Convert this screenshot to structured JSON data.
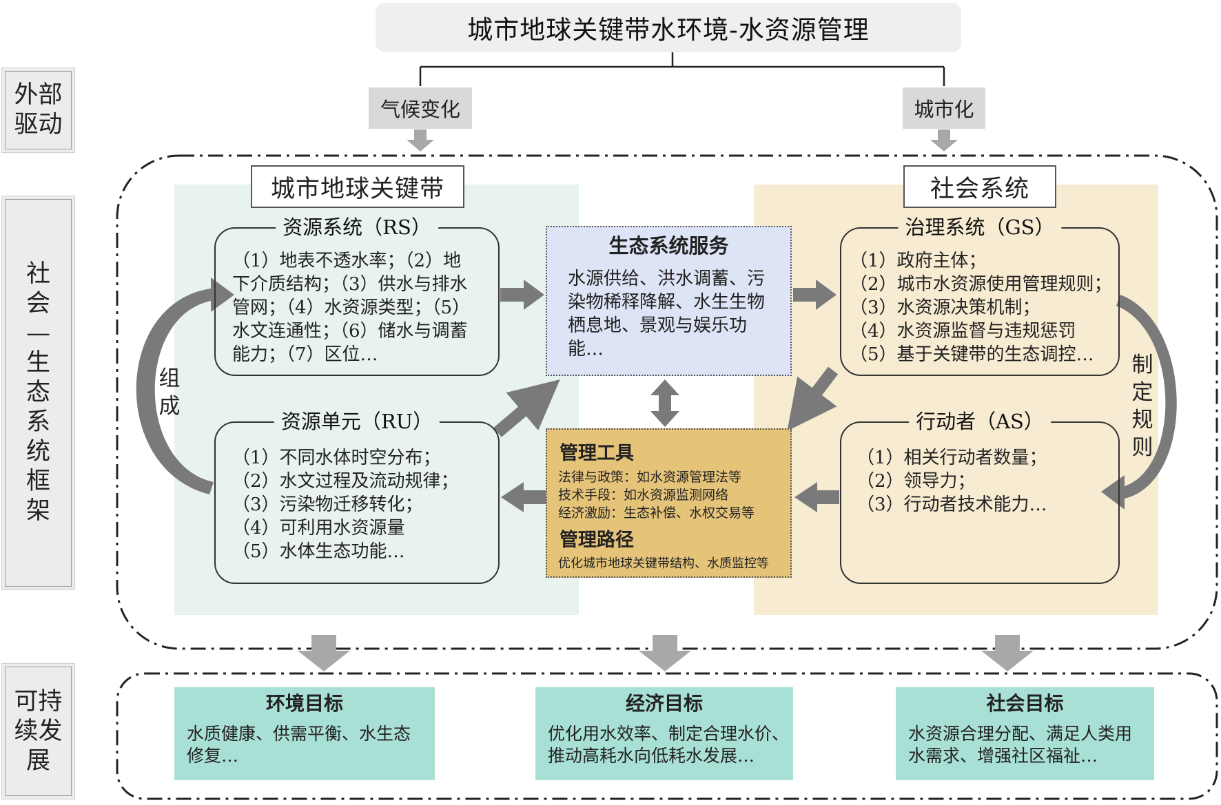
{
  "title": "城市地球关键带水环境-水资源管理",
  "side_labels": {
    "external": "外部驱动",
    "framework": "社会—生态系统框架",
    "sustainable": "可持续发展"
  },
  "drivers": {
    "climate": "气候变化",
    "urbanization": "城市化"
  },
  "regions": {
    "critical_zone": "城市地球关键带",
    "social_system": "社会系统"
  },
  "resource_system": {
    "title": "资源系统（RS）",
    "lines": [
      "（1）地表不透水率；（2）地",
      "下介质结构；（3）供水与排水",
      "管网；（4）水资源类型；（5）",
      "水文连通性；（6）储水与调蓄",
      "能力；（7）区位…"
    ]
  },
  "resource_unit": {
    "title": "资源单元（RU）",
    "lines": [
      "（1）不同水体时空分布；",
      "（2）水文过程及流动规律；",
      "（3）污染物迁移转化；",
      "（4）可利用水资源量",
      "（5）水体生态功能…"
    ]
  },
  "ecosystem_services": {
    "title": "生态系统服务",
    "text": "水源供给、洪水调蓄、污染物稀释降解、水生生物栖息地、景观与娱乐功能…"
  },
  "management": {
    "tools_title": "管理工具",
    "tools": [
      "法律与政策：如水资源管理法等",
      "技术手段：如水资源监测网络",
      "经济激励：生态补偿、水权交易等"
    ],
    "path_title": "管理路径",
    "path_text": "优化城市地球关键带结构、水质监控等"
  },
  "governance_system": {
    "title": "治理系统（GS）",
    "lines": [
      "（1）政府主体；",
      "（2）城市水资源使用管理规则；",
      "（3）水资源决策机制；",
      "（4）水资源监督与违规惩罚",
      "（5）基于关键带的生态调控…"
    ]
  },
  "actors": {
    "title": "行动者（AS）",
    "lines": [
      "（1）相关行动者数量；",
      "（2）领导力；",
      "（3）行动者技术能力…"
    ]
  },
  "arc_labels": {
    "compose": "组成",
    "rules": "制定规则"
  },
  "goals": [
    {
      "title": "环境目标",
      "lines": [
        "水质健康、供需平衡、水生态",
        "修复…"
      ]
    },
    {
      "title": "经济目标",
      "lines": [
        "优化用水效率、制定合理水价、",
        "推动高耗水向低耗水发展…"
      ]
    },
    {
      "title": "社会目标",
      "lines": [
        "水资源合理分配、满足人类用",
        "水需求、增强社区福祉…"
      ]
    }
  ]
}
